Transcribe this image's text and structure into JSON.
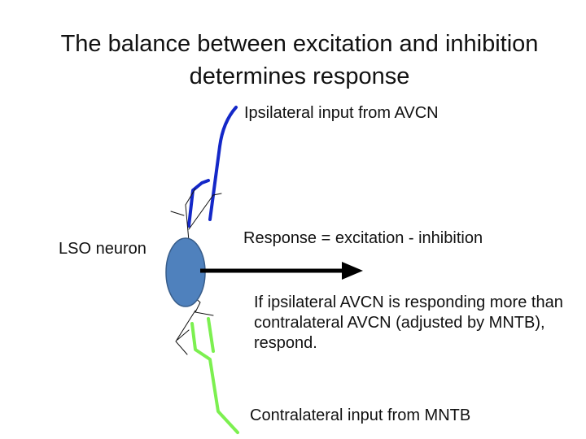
{
  "title": {
    "line1": "The balance between excitation and inhibition",
    "line2": "determines response"
  },
  "labels": {
    "ipsilateral_input": "Ipsilateral input from AVCN",
    "neuron": "LSO neuron",
    "response": "Response = excitation - inhibition",
    "condition": "If ipsilateral AVCN is responding more than contralateral AVCN (adjusted by MNTB), respond.",
    "contralateral_input": "Contralateral input from MNTB"
  },
  "colors": {
    "excitatory_input": "#1428c8",
    "inhibitory_input": "#7cf050",
    "neuron_fill": "#4f81bd",
    "neuron_stroke": "#385d8a",
    "dendrite": "#111111",
    "arrow": "#000000"
  }
}
